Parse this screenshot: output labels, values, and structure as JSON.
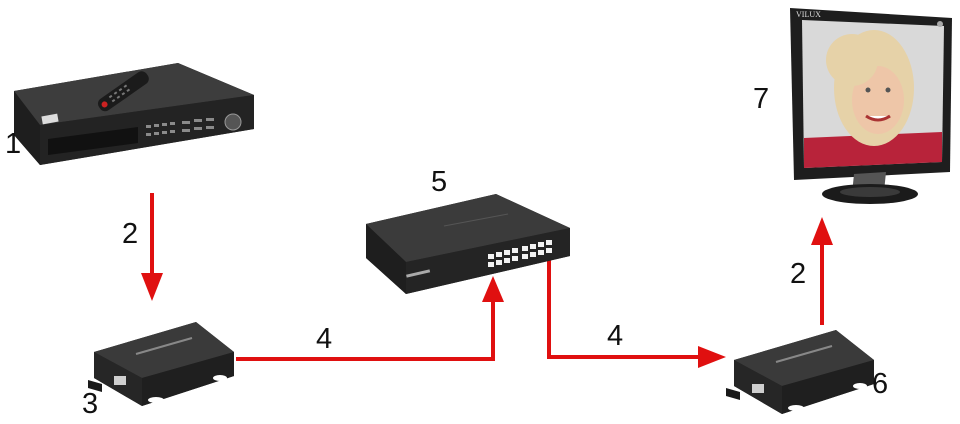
{
  "diagram": {
    "type": "hdmi-over-ip-extender-topology",
    "colors": {
      "connection": "#e01010",
      "device_body": "#2a2a2a",
      "label": "#111111",
      "background": "#ffffff"
    },
    "nodes": [
      {
        "id": "1",
        "label": "1",
        "device": "dvr-recorder"
      },
      {
        "id": "3",
        "label": "3",
        "device": "hdmi-extender-transmitter"
      },
      {
        "id": "5",
        "label": "5",
        "device": "network-switch"
      },
      {
        "id": "6",
        "label": "6",
        "device": "hdmi-extender-receiver"
      },
      {
        "id": "7",
        "label": "7",
        "device": "monitor",
        "brand": "VILUX"
      }
    ],
    "edges": [
      {
        "from": "1",
        "to": "3",
        "label": "2",
        "type": "hdmi-cable"
      },
      {
        "from": "3",
        "to": "5",
        "label": "4",
        "type": "network-cable"
      },
      {
        "from": "5",
        "to": "6",
        "label": "4",
        "type": "network-cable"
      },
      {
        "from": "6",
        "to": "7",
        "label": "2",
        "type": "hdmi-cable"
      }
    ]
  },
  "labels": {
    "dvr": "1",
    "cable_hdmi_left": "2",
    "transmitter": "3",
    "cable_net_left": "4",
    "switch": "5",
    "cable_net_right": "4",
    "receiver": "6",
    "cable_hdmi_right": "2",
    "monitor": "7",
    "monitor_brand": "VILUX"
  }
}
